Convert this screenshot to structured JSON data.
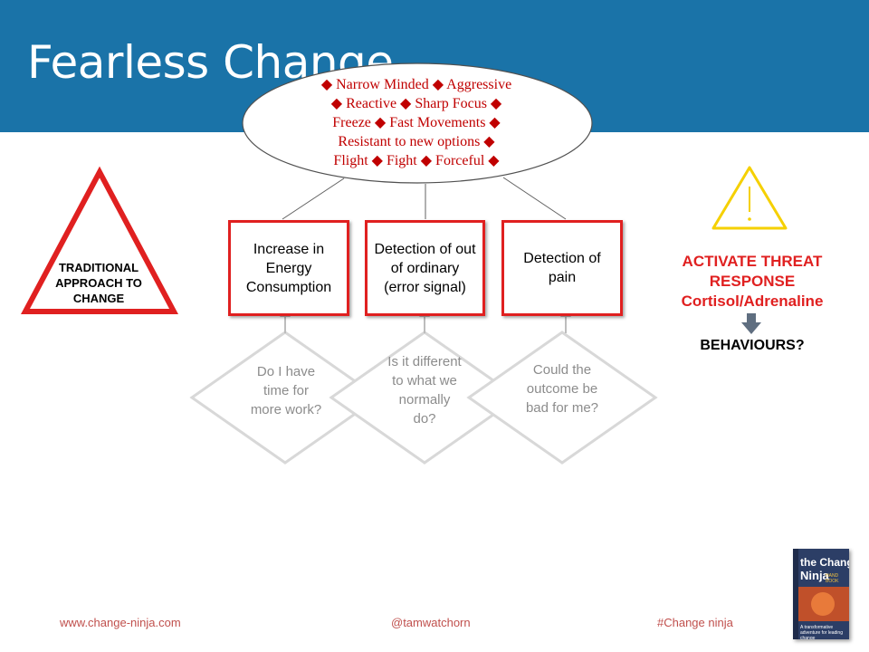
{
  "header": {
    "title": "Fearless Change",
    "background_color": "#1a73a8"
  },
  "ellipse": {
    "lines": [
      "◆ Narrow Minded ◆ Aggressive",
      "◆ Reactive ◆ Sharp Focus ◆",
      "Freeze ◆ Fast Movements ◆",
      "Resistant to new options ◆",
      "Flight ◆ Fight ◆ Forceful ◆"
    ],
    "text_color": "#c00000"
  },
  "boxes": [
    {
      "label": "Increase in Energy Consumption"
    },
    {
      "label": "Detection of out of ordinary (error signal)"
    },
    {
      "label": "Detection of pain"
    }
  ],
  "diamonds": [
    {
      "label": "Do I have time for more work?"
    },
    {
      "label": "Is it different to what we normally do?"
    },
    {
      "label": "Could the outcome be bad for me?"
    }
  ],
  "left_triangle": {
    "label": "TRADITIONAL APPROACH TO CHANGE",
    "icon": "warning-triangle-icon",
    "color": "#e02020"
  },
  "right_panel": {
    "icon": "warning-exclamation-icon",
    "icon_color": "#f5d000",
    "threat_lines": [
      "ACTIVATE THREAT",
      "RESPONSE",
      "Cortisol/Adrenaline"
    ],
    "threat_color": "#e02020",
    "arrow_icon": "down-arrow-icon",
    "behaviours": "BEHAVIOURS?"
  },
  "footer": {
    "website": "www.change-ninja.com",
    "handle": "@tamwatchorn",
    "hashtag": "#Change ninja",
    "color": "#c0504d"
  },
  "book": {
    "title_line1": "the Change",
    "title_line2": "Ninja",
    "badge": "HAND BOOK",
    "subtitle": "A transformative adventure for leading change"
  }
}
